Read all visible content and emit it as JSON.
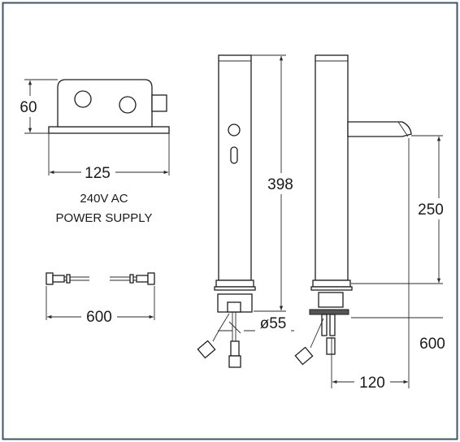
{
  "drawing": {
    "power_supply": {
      "height_dim": "60",
      "width_dim": "125",
      "caption_line1": "240V AC",
      "caption_line2": "POWER SUPPLY"
    },
    "hoses": {
      "length_dim": "600"
    },
    "front_view": {
      "height_dim": "398",
      "diameter_dim": "ø55"
    },
    "side_view": {
      "spout_height_dim": "250",
      "below_counter_dim": "600",
      "spout_reach_dim": "120"
    }
  },
  "colors": {
    "border": "#3a5570",
    "line": "#1e1e1e"
  }
}
